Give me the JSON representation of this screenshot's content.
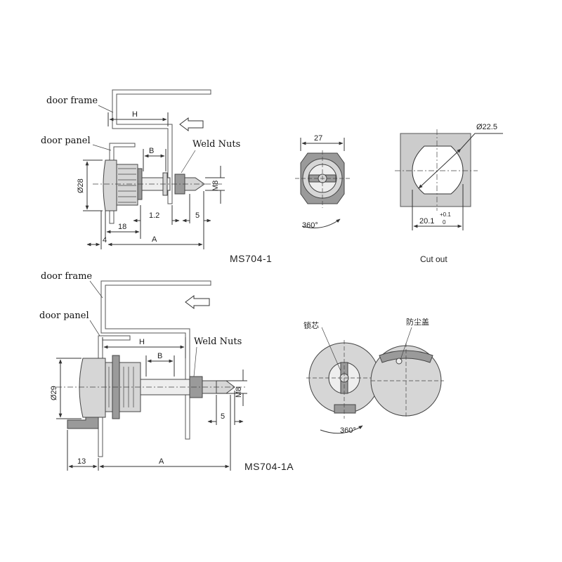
{
  "labels": {
    "door_frame": "door frame",
    "door_panel": "door panel",
    "weld_nuts": "Weld Nuts"
  },
  "top_side": {
    "model": "MS704-1",
    "dims": {
      "H": "H",
      "B": "B",
      "diam": "Ø28",
      "thread": "M8",
      "gap": "1.2",
      "tip": "5",
      "thread_len": "18",
      "flange": "4",
      "A": "A"
    }
  },
  "top_front": {
    "width": "27",
    "rotation": "360°"
  },
  "cutout": {
    "caption": "Cut out",
    "diam": "Ø22.5",
    "width": "20.1",
    "tol_upper": "+0.1",
    "tol_lower": "0"
  },
  "bottom_side": {
    "model": "MS704-1A",
    "dims": {
      "H": "H",
      "B": "B",
      "diam": "Ø29",
      "thread": "M8",
      "tip": "5",
      "flange": "13",
      "A": "A"
    }
  },
  "bottom_front": {
    "core_label": "锁芯",
    "cover_label": "防尘盖",
    "rotation": "360°"
  }
}
